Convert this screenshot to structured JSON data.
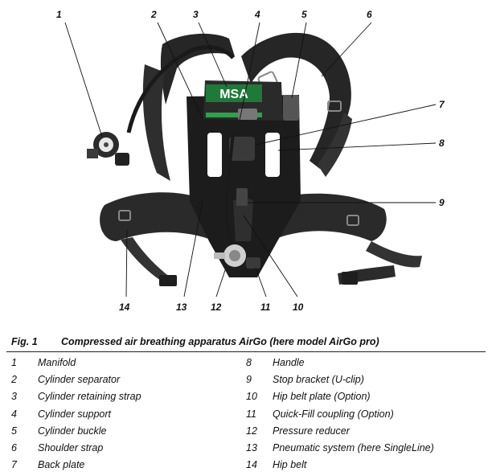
{
  "callouts": [
    "1",
    "2",
    "3",
    "4",
    "5",
    "6",
    "7",
    "8",
    "9",
    "10",
    "11",
    "12",
    "13",
    "14"
  ],
  "logo_text": "MSA",
  "caption": {
    "number": "Fig. 1",
    "title": "Compressed air breathing apparatus AirGo (here model AirGo pro)"
  },
  "legend": {
    "left": [
      {
        "num": "1",
        "label": "Manifold"
      },
      {
        "num": "2",
        "label": "Cylinder separator"
      },
      {
        "num": "3",
        "label": "Cylinder retaining strap"
      },
      {
        "num": "4",
        "label": "Cylinder support"
      },
      {
        "num": "5",
        "label": "Cylinder buckle"
      },
      {
        "num": "6",
        "label": "Shoulder strap"
      },
      {
        "num": "7",
        "label": "Back plate"
      }
    ],
    "right": [
      {
        "num": "8",
        "label": "Handle"
      },
      {
        "num": "9",
        "label": "Stop bracket (U-clip)"
      },
      {
        "num": "10",
        "label": "Hip belt plate (Option)"
      },
      {
        "num": "11",
        "label": "Quick-Fill coupling (Option)"
      },
      {
        "num": "12",
        "label": "Pressure reducer"
      },
      {
        "num": "13",
        "label": "Pneumatic system (here SingleLine)"
      },
      {
        "num": "14",
        "label": "Hip belt"
      }
    ]
  }
}
